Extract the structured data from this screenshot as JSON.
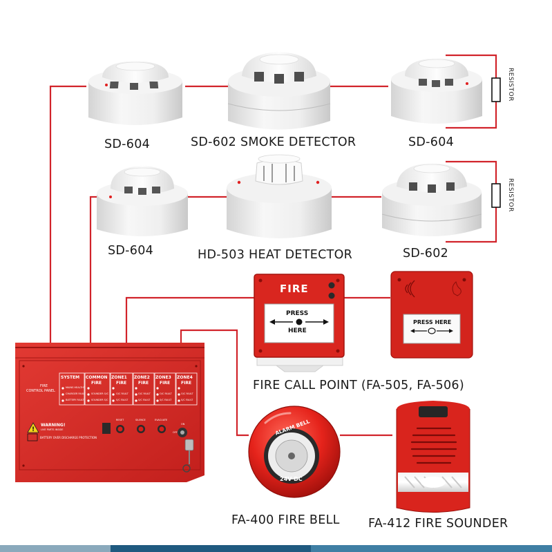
{
  "labels": {
    "sd604_top_left": "SD-604",
    "sd602_smoke": "SD-602 SMOKE DETECTOR",
    "sd604_top_right": "SD-604",
    "sd604_mid_left": "SD-604",
    "hd503_heat": "HD-503 HEAT DETECTOR",
    "sd602_mid_right": "SD-602",
    "call_point": "FIRE CALL POINT (FA-505, FA-506)",
    "fire_bell": "FA-400 FIRE BELL",
    "fire_sounder": "FA-412 FIRE SOUNDER"
  },
  "resistor": {
    "label": "RESISTOR"
  },
  "call_point_red": {
    "fire_text": "FIRE",
    "press_text": "PRESS",
    "here_text": "HERE"
  },
  "call_point_box": {
    "press_here": "PRESS HERE"
  },
  "bell": {
    "ring_top": "ALARM BELL",
    "ring_bottom": "24V DC"
  },
  "panel": {
    "title_line1": "FIRE",
    "title_line2": "CONTROL PANEL",
    "columns": [
      "SYSTEM",
      "COMMON",
      "ZONE1",
      "ZONE2",
      "ZONE3",
      "ZONE4"
    ],
    "sub_common": "FIRE",
    "sub_zone": "FIRE",
    "system_rows": [
      "MAINS HEALTHY",
      "CHARGER FAULT",
      "BATTERY FAULT"
    ],
    "common_rows": [
      "SOUNDER O/C",
      "SOUNDER S/C"
    ],
    "zone_rows": [
      "O/C FAULT",
      "S/C FAULT"
    ],
    "warning_title": "WARNING!",
    "warning_sub": "LIVE PARTS INSIDE",
    "battery_text": "BATTERY OVER DISCHARGE PROTECTION",
    "buttons": [
      "RESET",
      "SILENCE",
      "EVACUATE"
    ],
    "key_labels": [
      "ON",
      "OFF"
    ]
  },
  "colors": {
    "wire": "#d1232a",
    "panel_red": "#d42a26",
    "device_white": "#ececec",
    "text": "#1a1a1a"
  }
}
